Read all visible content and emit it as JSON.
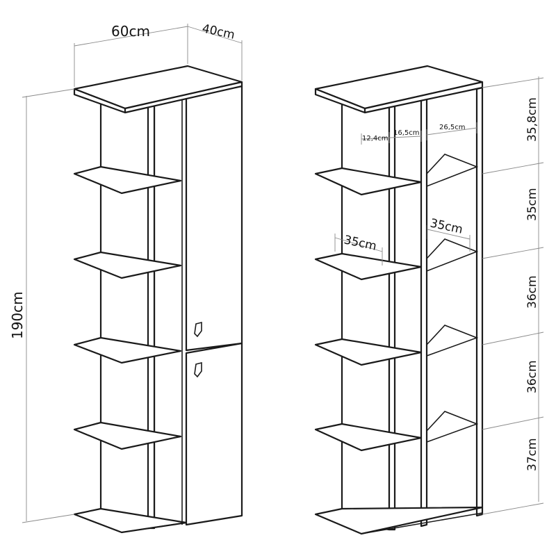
{
  "left_view": {
    "width_label": "60cm",
    "depth_label": "40cm",
    "height_label": "190cm"
  },
  "right_view": {
    "compartment_widths": [
      "12,4cm",
      "16,5cm",
      "26,5cm"
    ],
    "shelf_depth_labels": [
      "35cm",
      "35cm"
    ],
    "section_heights": [
      "35,8cm",
      "35cm",
      "36cm",
      "36cm",
      "37cm"
    ]
  }
}
